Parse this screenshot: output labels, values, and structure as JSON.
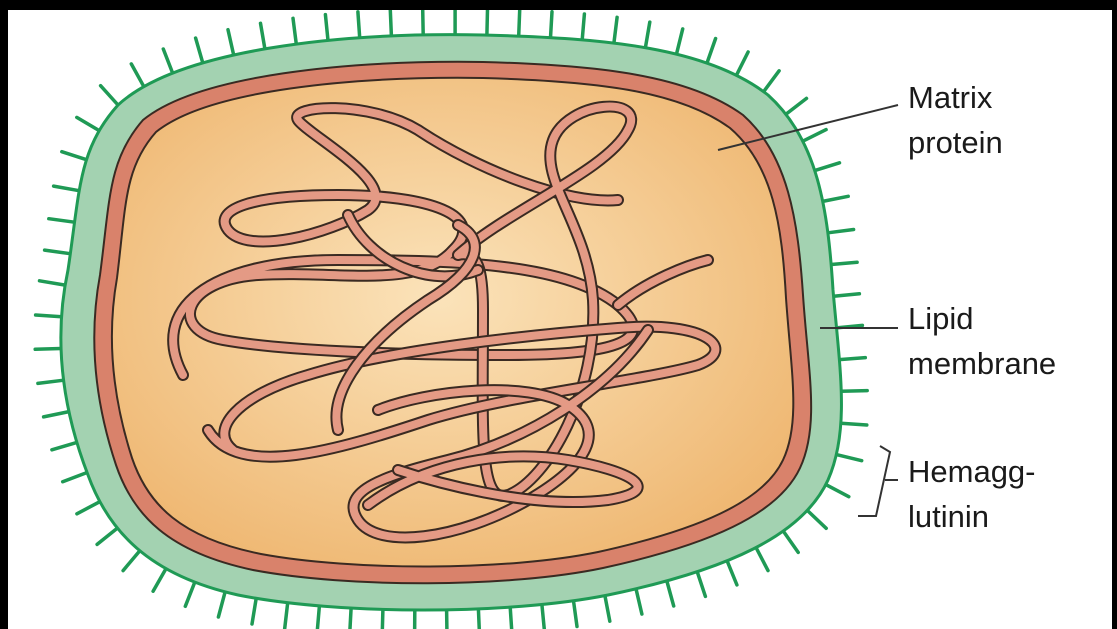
{
  "labels": {
    "matrix": [
      "Matrix",
      "protein"
    ],
    "lipid": [
      "Lipid",
      "membrane"
    ],
    "hemagglutinin": [
      "Hemagg-",
      "lutinin"
    ]
  },
  "colors": {
    "background": "#ffffff",
    "frame": "#000000",
    "spikes": "#1f9a55",
    "envelope": "#a3d2b1",
    "envelope_edge": "#1f9a55",
    "matrix_band": "#d9826b",
    "core_center": "#fbe3ba",
    "core_edge": "#efb873",
    "rna_fill": "#e49a85",
    "outline": "#3a2a22",
    "leader": "#333333"
  }
}
